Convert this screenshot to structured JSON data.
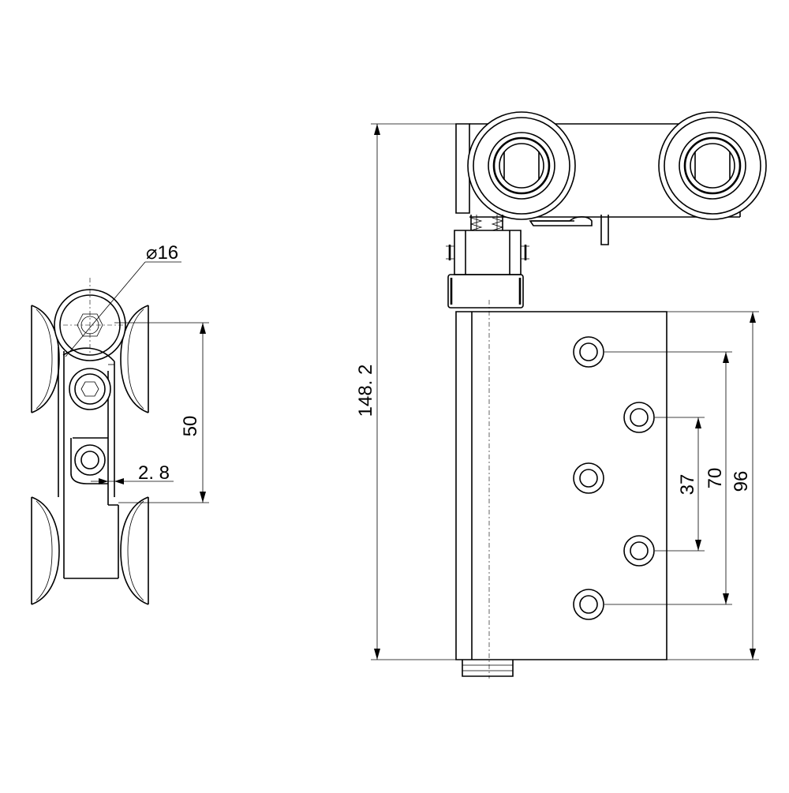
{
  "drawing": {
    "side_view": {
      "diameter_label": "⌀16",
      "height_label": "50",
      "thickness_label": "2. 8"
    },
    "front_view": {
      "overall_height_label": "148. 2",
      "plate_height_label": "96",
      "hole_span_label": "70",
      "hole_pitch_label": "37"
    }
  }
}
